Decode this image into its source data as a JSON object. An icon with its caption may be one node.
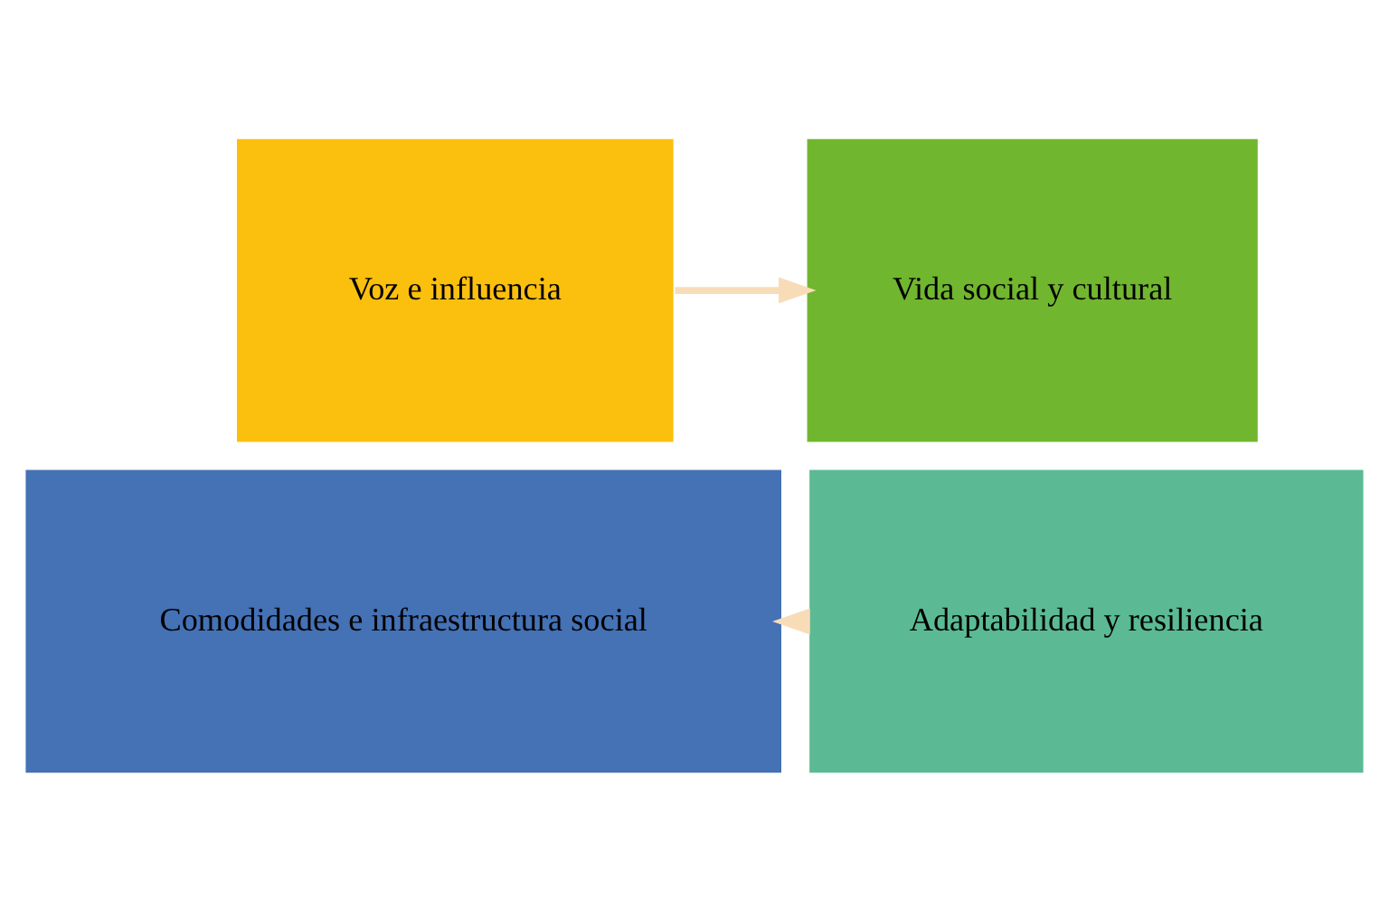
{
  "diagram": {
    "nodes": [
      {
        "text": [
          "Voz e influencia"
        ]
      },
      {
        "text": [
          "Vida social y cultural"
        ]
      },
      {
        "text": [
          "Comodidades e infraestructura social"
        ]
      },
      {
        "text": [
          "Adaptabilidad y resiliencia"
        ]
      }
    ],
    "edges": [
      {
        "from": 0,
        "to": 1,
        "arrow": "to",
        "color": "#f8dcb8"
      },
      {
        "from": 3,
        "to": 2,
        "arrow": "to",
        "color": "#f8dcb8"
      }
    ]
  }
}
